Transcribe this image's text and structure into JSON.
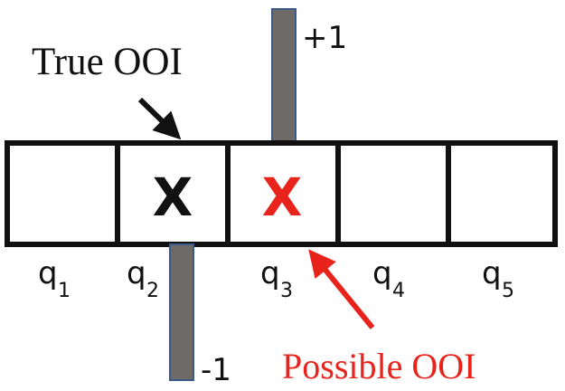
{
  "labels": {
    "true_ooi": "True OOI",
    "possible_ooi": "Possible OOI",
    "plus_one": "+1",
    "minus_one": "-1"
  },
  "cells": [
    {
      "mark": "",
      "sub": "1",
      "q": "q"
    },
    {
      "mark": "X",
      "sub": "2",
      "q": "q"
    },
    {
      "mark": "X",
      "sub": "3",
      "q": "q"
    },
    {
      "mark": "",
      "sub": "4",
      "q": "q"
    },
    {
      "mark": "",
      "sub": "5",
      "q": "q"
    }
  ],
  "colors": {
    "true_mark": "#111111",
    "possible_mark": "#e8231b",
    "bar_fill": "#6e6a68",
    "bar_stroke": "#3b5a8a",
    "possible_label": "#e8231b"
  }
}
